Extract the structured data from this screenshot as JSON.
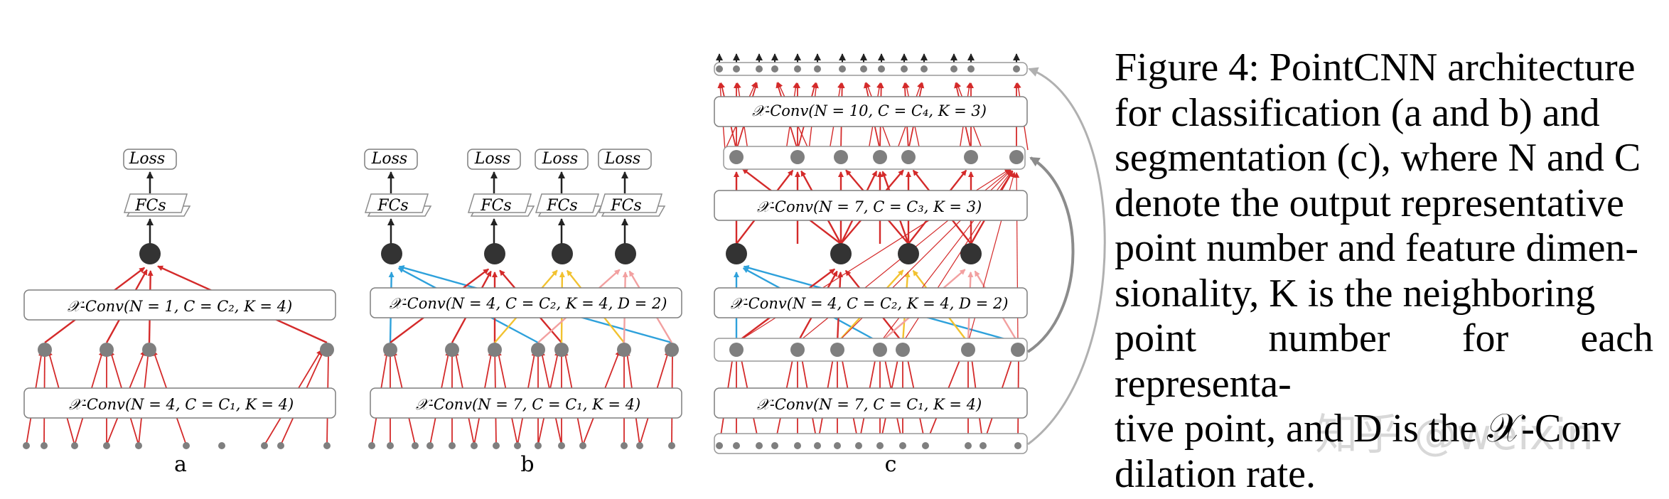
{
  "panels": [
    {
      "letter": "a",
      "conv_layers": [
        "𝒳-Conv(N = 4, C = C₁, K = 4)",
        "𝒳-Conv(N = 1, C = C₂, K = 4)"
      ],
      "heads": [
        {
          "fc": "FCs",
          "loss": "Loss"
        }
      ]
    },
    {
      "letter": "b",
      "conv_layers": [
        "𝒳-Conv(N = 7, C = C₁, K = 4)",
        "𝒳-Conv(N = 4, C = C₂, K = 4, D = 2)"
      ],
      "heads": [
        {
          "fc": "FCs",
          "loss": "Loss"
        },
        {
          "fc": "FCs",
          "loss": "Loss"
        },
        {
          "fc": "FCs",
          "loss": "Loss"
        },
        {
          "fc": "FCs",
          "loss": "Loss"
        }
      ]
    },
    {
      "letter": "c",
      "conv_layers": [
        "𝒳-Conv(N = 7, C = C₁, K = 4)",
        "𝒳-Conv(N = 4, C = C₂, K = 4, D = 2)",
        "𝒳-Conv(N = 7, C = C₃, K = 3)",
        "𝒳-Conv(N = 10, C = C₄, K = 3)"
      ]
    }
  ],
  "caption_lines": [
    "Figure 4: PointCNN architecture",
    "for classification (a and b) and",
    "segmentation (c), where N and C",
    "denote the output representative",
    "point number and feature dimen-",
    "sionality, K is the neighboring",
    "point number for each representa-",
    "tive point, and D is the 𝒳-Conv",
    "dilation rate."
  ],
  "watermark": "知乎 @weixin",
  "colors": {
    "red": "#d42a2a",
    "blue": "#2ea1db",
    "yellow": "#f2c230",
    "pink": "#f2a0a0",
    "gray_point": "#7f7f7f",
    "dark_point": "#333333",
    "skip_arrow": "#8c8c8c",
    "skip_arrow_light": "#b0b0b0"
  }
}
